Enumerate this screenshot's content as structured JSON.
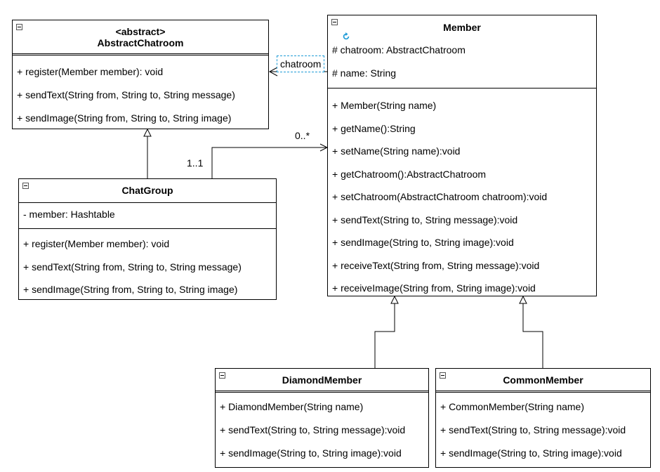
{
  "classes": {
    "abstract_chatroom": {
      "stereotype": "<abstract>",
      "name": "AbstractChatroom",
      "attributes": [],
      "methods": [
        "+ register(Member member): void",
        "+ sendText(String from, String to, String message)",
        "+ sendImage(String from, String to, String image)"
      ]
    },
    "member": {
      "name": "Member",
      "attributes": [
        "# chatroom: AbstractChatroom",
        "# name: String"
      ],
      "methods": [
        "+ Member(String name)",
        "+ getName():String",
        "+ setName(String name):void",
        "+ getChatroom():AbstractChatroom",
        "+ setChatroom(AbstractChatroom chatroom):void",
        "+ sendText(String to, String message):void",
        "+ sendImage(String to, String image):void",
        "+  receiveText(String from, String message):void",
        "+  receiveImage(String from, String image):void"
      ]
    },
    "chat_group": {
      "name": "ChatGroup",
      "attributes": [
        "- member: Hashtable"
      ],
      "methods": [
        "+ register(Member member): void",
        "+ sendText(String from, String to, String message)",
        "+ sendImage(String from, String to, String image)"
      ]
    },
    "diamond_member": {
      "name": "DiamondMember",
      "attributes": [],
      "methods": [
        "+ DiamondMember(String name)",
        "+ sendText(String to, String message):void",
        "+ sendImage(String to, String image):void"
      ]
    },
    "common_member": {
      "name": "CommonMember",
      "attributes": [],
      "methods": [
        "+ CommonMember(String name)",
        "+ sendText(String to, String message):void",
        "+ sendImage(String to, String image):void"
      ]
    }
  },
  "associations": {
    "chatroom_label": "chatroom",
    "multiplicity_group": "1..1",
    "multiplicity_member": "0..*"
  }
}
